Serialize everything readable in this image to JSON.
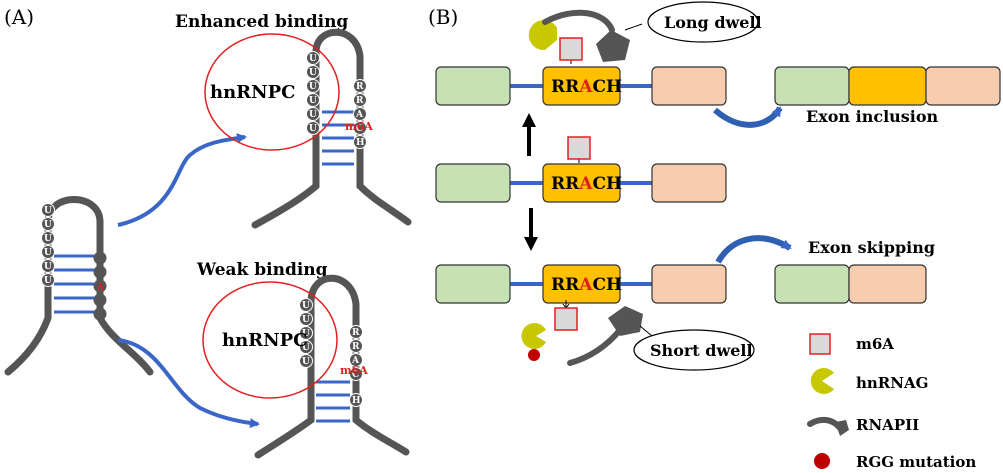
{
  "panels": {
    "a": "(A)",
    "b": "(B)"
  },
  "panel_a": {
    "enhanced_title": "Enhanced binding",
    "weak_title": "Weak binding",
    "protein": "hnRNPC",
    "m6a_label": "m6A",
    "u_letter": "U",
    "r_letter": "R",
    "a_letter": "A",
    "c_letter": "C",
    "h_letter": "H",
    "colors": {
      "stem": "#555555",
      "pairs": "#3a66c8",
      "ring": "#e02020",
      "mark": "#e02020"
    }
  },
  "panel_b": {
    "motif": {
      "pre": "RR",
      "mid": "A",
      "post": "CH"
    },
    "long_dwell": "Long dwell",
    "short_dwell": "Short dwell",
    "exon_inclusion": "Exon inclusion",
    "exon_skipping": "Exon skipping",
    "colors": {
      "exon_green": "#c6e2b5",
      "exon_orange": "#f8ccae",
      "motif_box": "#ffc000",
      "intron": "#3a66c8",
      "hnrnpg": "#c8c800",
      "rgg": "#c00000"
    }
  },
  "legend": [
    {
      "icon": "m6a-square-icon",
      "label": "m6A"
    },
    {
      "icon": "hnrnpg-pacman-icon",
      "label": "hnRNAG"
    },
    {
      "icon": "rnapii-pentagon-icon",
      "label": "RNAPII"
    },
    {
      "icon": "rgg-dot-icon",
      "label": "RGG mutation"
    }
  ]
}
